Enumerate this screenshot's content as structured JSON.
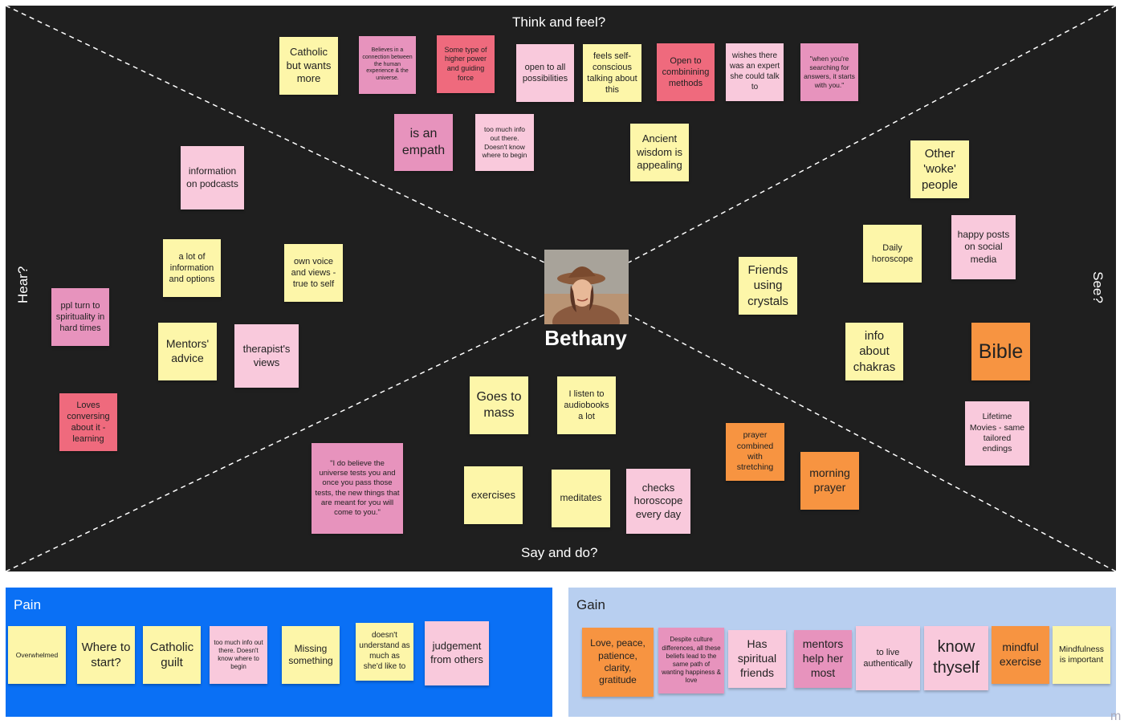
{
  "quadrants": {
    "top": "Think and feel?",
    "left": "Hear?",
    "right": "See?",
    "bottom": "Say and do?"
  },
  "persona": {
    "name": "Bethany",
    "photo_icon": "persona-photo"
  },
  "colors": {
    "board": "#1f1f1f",
    "yellow": "#fdf6a9",
    "pink": "#f9c9dc",
    "magenta": "#e793bd",
    "red": "#ef6a7d",
    "orange": "#f79441",
    "pain_panel": "#0a70f5",
    "gain_panel": "#b8cff0"
  },
  "think_feel": [
    "Catholic but wants more",
    "Believes in a connection between the human experience & the universe.",
    "Some type of higher power and guiding force",
    "open to all possibilities",
    "feels self-conscious talking about this",
    "Open to combinining methods",
    "wishes there was an expert she could talk to",
    "\"when you're searching for answers, it starts with you.\"",
    "is an empath",
    "too much info out there. Doesn't know where to begin",
    "Ancient wisdom is appealing"
  ],
  "hear": [
    "information on podcasts",
    "a lot of information and options",
    "own voice and views - true to self",
    "ppl turn to spirituality in hard times",
    "Mentors' advice",
    "therapist's views",
    "Loves conversing about it - learning"
  ],
  "see": [
    "Other 'woke' people",
    "Daily horoscope",
    "happy posts on social media",
    "Friends using crystals",
    "info about chakras",
    "Bible",
    "Lifetime Movies - same tailored endings"
  ],
  "say_do": [
    "Goes to mass",
    "I listen to audiobooks a lot",
    "\"I do believe the universe tests you and once you pass those tests, the new things that are meant for you will come to you.\"",
    "exercises",
    "meditates",
    "checks horoscope every day",
    "prayer combined with stretching",
    "morning prayer"
  ],
  "pain": {
    "title": "Pain",
    "notes": [
      "Overwhelmed",
      "Where to start?",
      "Catholic guilt",
      "too much info out there. Doesn't know where to begin",
      "Missing something",
      "doesn't understand as much as she'd like to",
      "judgement from others"
    ]
  },
  "gain": {
    "title": "Gain",
    "notes": [
      "Love, peace, patience, clarity, gratitude",
      "Despite culture differences, all these beliefs lead to the same path of wanting happiness & love",
      "Has spiritual friends",
      "mentors help her most",
      "to live authentically",
      "know thyself",
      "mindful exercise",
      "Mindfulness is important"
    ]
  },
  "corner_mark": "m"
}
